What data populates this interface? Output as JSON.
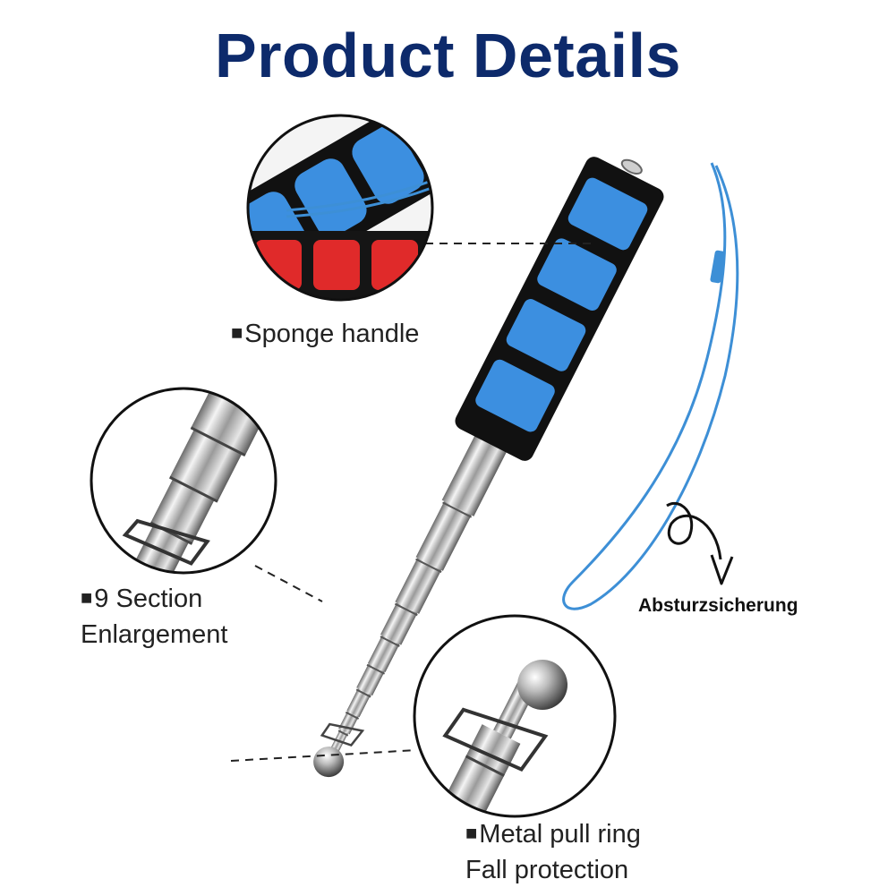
{
  "title": "Product Details",
  "labels": {
    "sponge": {
      "bullet": "■",
      "text": "Sponge handle"
    },
    "section": {
      "bullet": "■",
      "line1": "9 Section",
      "line2": "Enlargement"
    },
    "ring": {
      "bullet": "■",
      "line1": "Metal pull ring",
      "line2": "Fall protection"
    },
    "absturz": "Absturzsicherung"
  },
  "colors": {
    "title": "#0d2a6b",
    "foam_blue": "#3c8fe0",
    "foam_black": "#111111",
    "strap_blue": "#3d8fd6",
    "red": "#e02a2a"
  }
}
